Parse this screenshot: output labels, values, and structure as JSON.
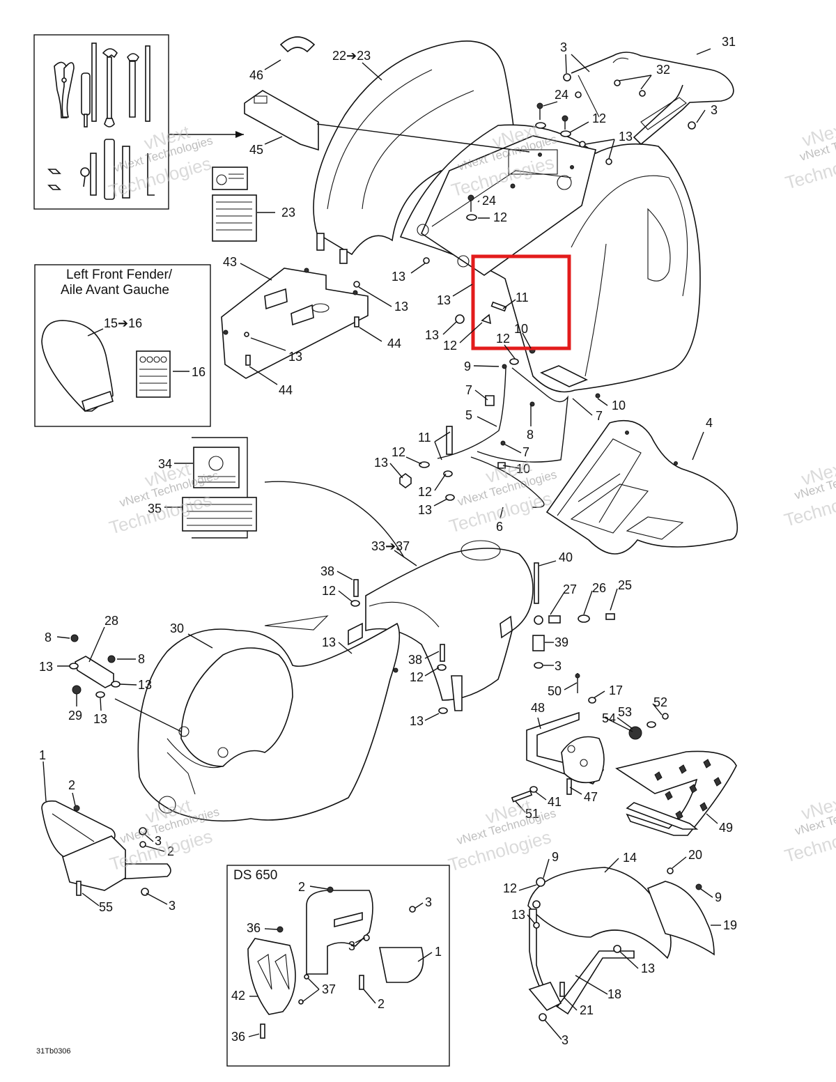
{
  "diagram_code": "31Tb0306",
  "highlight_color": "#e31c1c",
  "boxes": {
    "left_front_fender_title_line1": "Left Front Fender/",
    "left_front_fender_title_line2": "Aile Avant Gauche",
    "ds650_title": "DS 650"
  },
  "callouts": {
    "c46": "46",
    "c45": "45",
    "c23": "23",
    "c22_23": "22➔23",
    "c3a": "3",
    "c31": "31",
    "c32": "32",
    "c24a": "24",
    "c3b": "3",
    "c12a": "12",
    "c13a": "13",
    "c24b": "24",
    "c12b": "12",
    "c13b": "13",
    "c13c": "13",
    "c13d": "13",
    "c12c": "12",
    "c11a": "11",
    "c10a": "10",
    "c12d": "12",
    "c43": "43",
    "c13e": "13",
    "c44a": "44",
    "c13f": "13",
    "c44b": "44",
    "c15_16": "15➔16",
    "c16": "16",
    "c9a": "9",
    "c7a": "7",
    "c5": "5",
    "c8a": "8",
    "c7b": "7",
    "c10b": "10",
    "c7c": "7",
    "c10c": "10",
    "c4": "4",
    "c11b": "11",
    "c12e": "12",
    "c13g": "13",
    "c12f": "12",
    "c13h": "13",
    "c6": "6",
    "c34": "34",
    "c35": "35",
    "c33_37": "33➔37",
    "c38a": "38",
    "c12g": "12",
    "c13i": "13",
    "c38b": "38",
    "c12h": "12",
    "c13j": "13",
    "c40": "40",
    "c27": "27",
    "c26": "26",
    "c25": "25",
    "c39": "39",
    "c3c": "3",
    "c28": "28",
    "c8b": "8",
    "c13k": "13",
    "c8c": "8",
    "c13l": "13",
    "c29": "29",
    "c13m": "13",
    "c30": "30",
    "c50": "50",
    "c17": "17",
    "c52": "52",
    "c53": "53",
    "c54": "54",
    "c48": "48",
    "c41": "41",
    "c47": "47",
    "c51": "51",
    "c49": "49",
    "c1a": "1",
    "c2a": "2",
    "c3d": "3",
    "c2b": "2",
    "c55": "55",
    "c3e": "3",
    "c2c": "2",
    "c3f": "3",
    "c36a": "36",
    "c3g": "3",
    "c1b": "1",
    "c42": "42",
    "c37": "37",
    "c2d": "2",
    "c36b": "36",
    "c9b": "9",
    "c14": "14",
    "c20": "20",
    "c12i": "12",
    "c9c": "9",
    "c13n": "13",
    "c19": "19",
    "c13o": "13",
    "c18": "18",
    "c21": "21",
    "c3h": "3"
  },
  "watermarks": {
    "line1": "vNext Technologies",
    "line2": "Technologies",
    "line3": "vNext"
  }
}
